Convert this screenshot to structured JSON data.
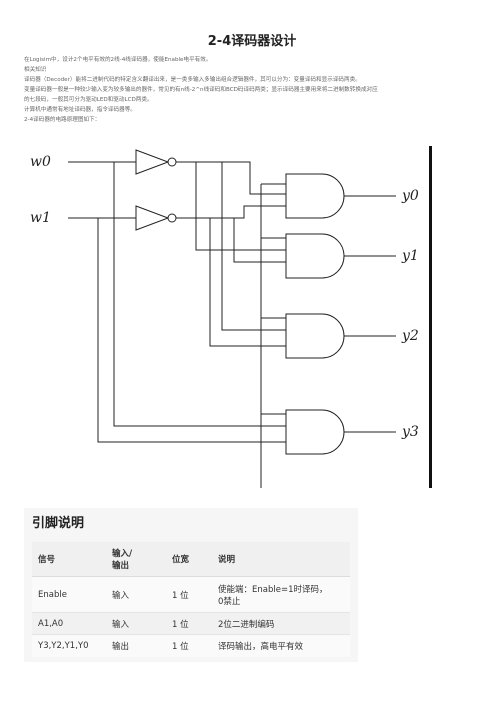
{
  "page": {
    "title": "2-4译码器设计",
    "lines": [
      "在Logisim中，设计2个电平有效的2线-4线译码器，使能Enable电平有效。",
      "相关知识",
      "译码器（Decoder）能将二进制代码的特定含义翻译出来，是一类多输入多输出组合逻辑器件，其可以分为：变量译码和显示译码两类。",
      "变量译码器一般是一种较少输入变为较多输出的器件，常见的有n线-2^n线译码和BCD码译码两类；显示译码器主要用来将二进制数转换成对应",
      "的七段码，一般其可分为驱动LED和驱动LCD两类。",
      "计算机中通常有地址译码器，指令译码器等。",
      "2-4译码器的电路原理图如下："
    ]
  },
  "diagram": {
    "inputs": [
      "w0",
      "w1"
    ],
    "outputs": [
      "y0",
      "y1",
      "y2",
      "y3"
    ]
  },
  "pins": {
    "title": "引脚说明",
    "headers": [
      "信号",
      "输入/\n输出",
      "位宽",
      "说明"
    ],
    "rows": [
      [
        "Enable",
        "输入",
        "1 位",
        "使能端：Enable=1时译码，\n0禁止"
      ],
      [
        "A1,A0",
        "输入",
        "1 位",
        "2位二进制编码"
      ],
      [
        "Y3,Y2,Y1,Y0",
        "输出",
        "1 位",
        "译码输出，高电平有效"
      ]
    ]
  }
}
